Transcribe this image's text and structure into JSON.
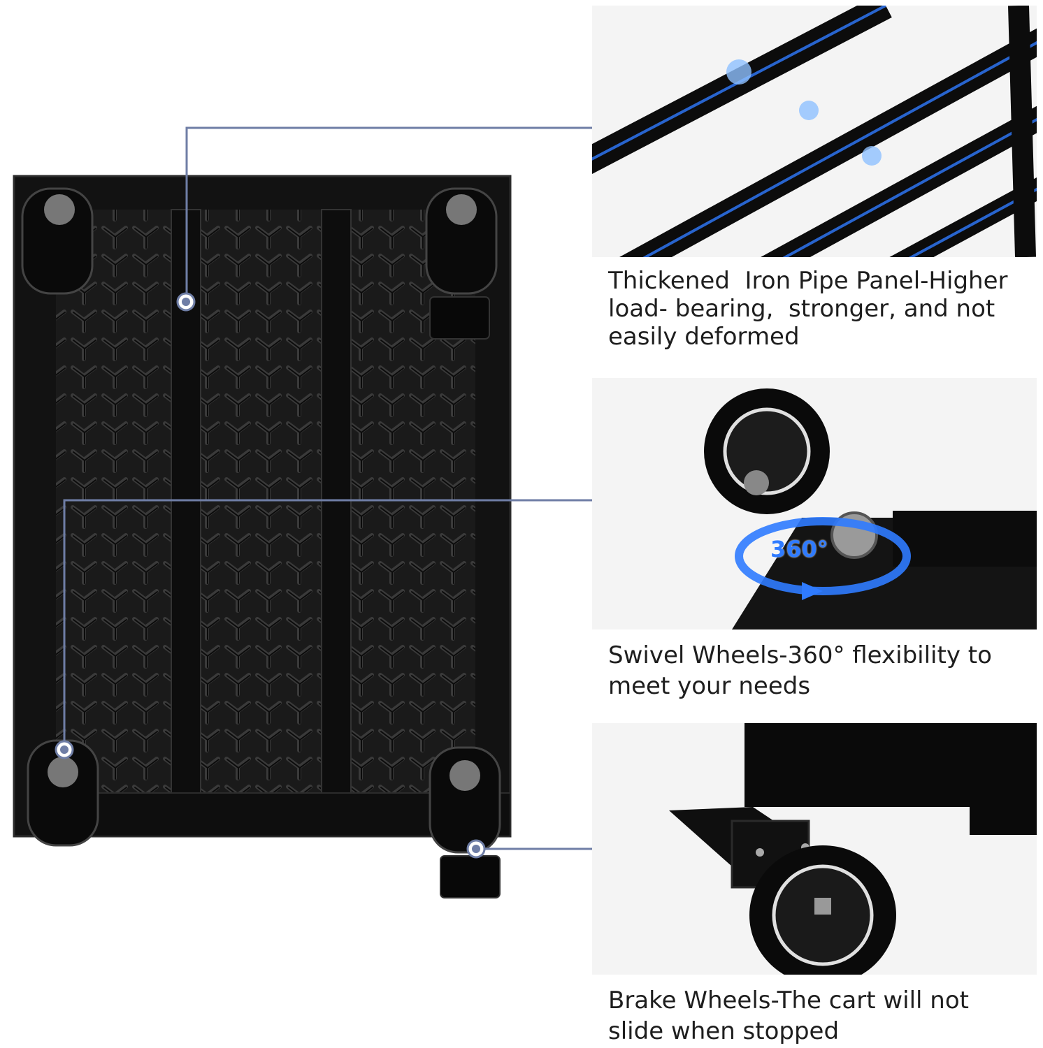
{
  "features": [
    {
      "id": "pipe-panel",
      "caption": "Thickened  Iron Pipe Panel-Higher\nload- bearing,  stronger, and not\neasily deformed"
    },
    {
      "id": "swivel-wheels",
      "caption": "Swivel Wheels-360° flexibility to\nmeet your needs",
      "badge": "360°"
    },
    {
      "id": "brake-wheels",
      "caption": "Brake Wheels-The cart will not\nslide when stopped"
    }
  ],
  "colors": {
    "callout_line": "#6f7ea6",
    "frame": "#111111",
    "tray": "#1b1b1b",
    "glow": "#2f7bff",
    "caption_text": "#1e1e1e",
    "panel_bg": "#f2f2f2"
  }
}
